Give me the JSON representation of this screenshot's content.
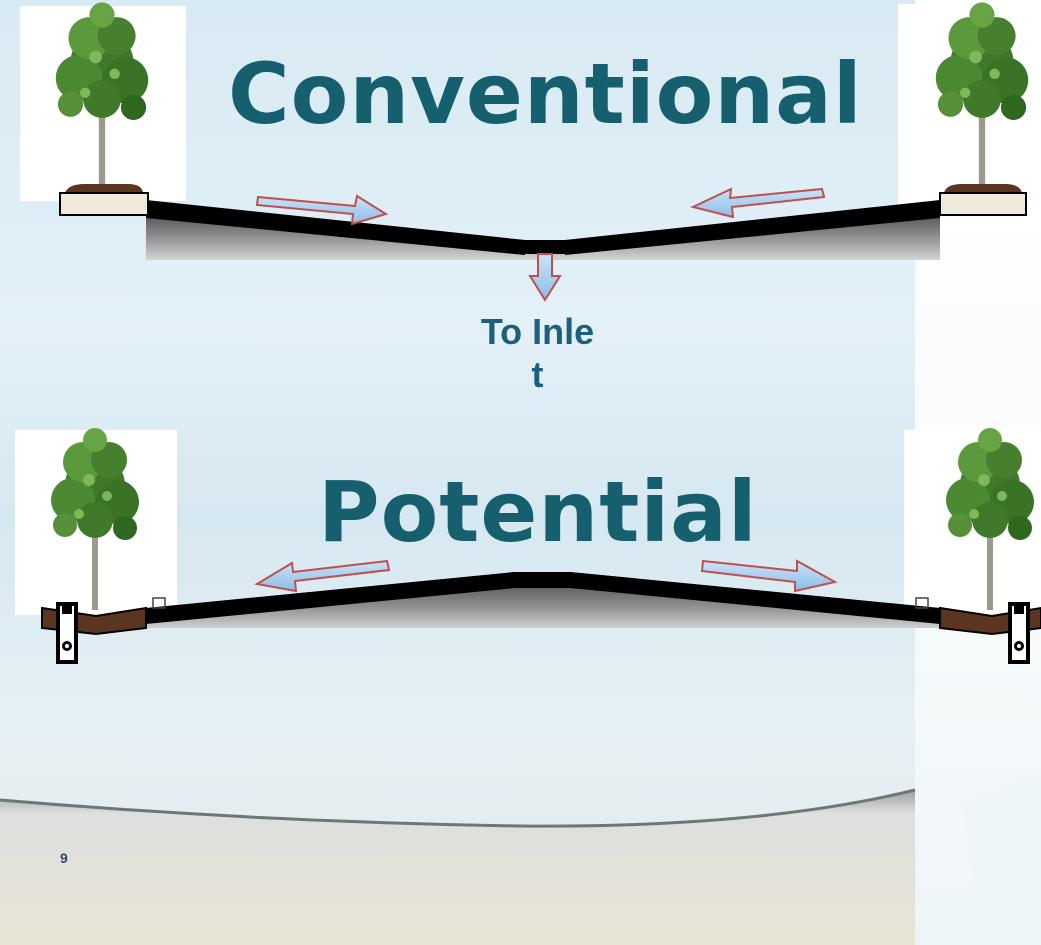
{
  "titles": {
    "top": "Conventional",
    "bottom": "Potential"
  },
  "inlet_label": "To Inlet",
  "slide_number": "9",
  "icons": {
    "tree": "tree-icon",
    "arrow": "flow-arrow-icon",
    "curb_drain": "curb-drain-icon"
  },
  "colors": {
    "title": "#165f6e",
    "inlet_label": "#1d5f7c",
    "arrow_fill": "#a9d0f1",
    "arrow_outline": "#c0504d",
    "pavement": "#000000",
    "soil": "#5b3520",
    "curb": "#efe9dc"
  }
}
